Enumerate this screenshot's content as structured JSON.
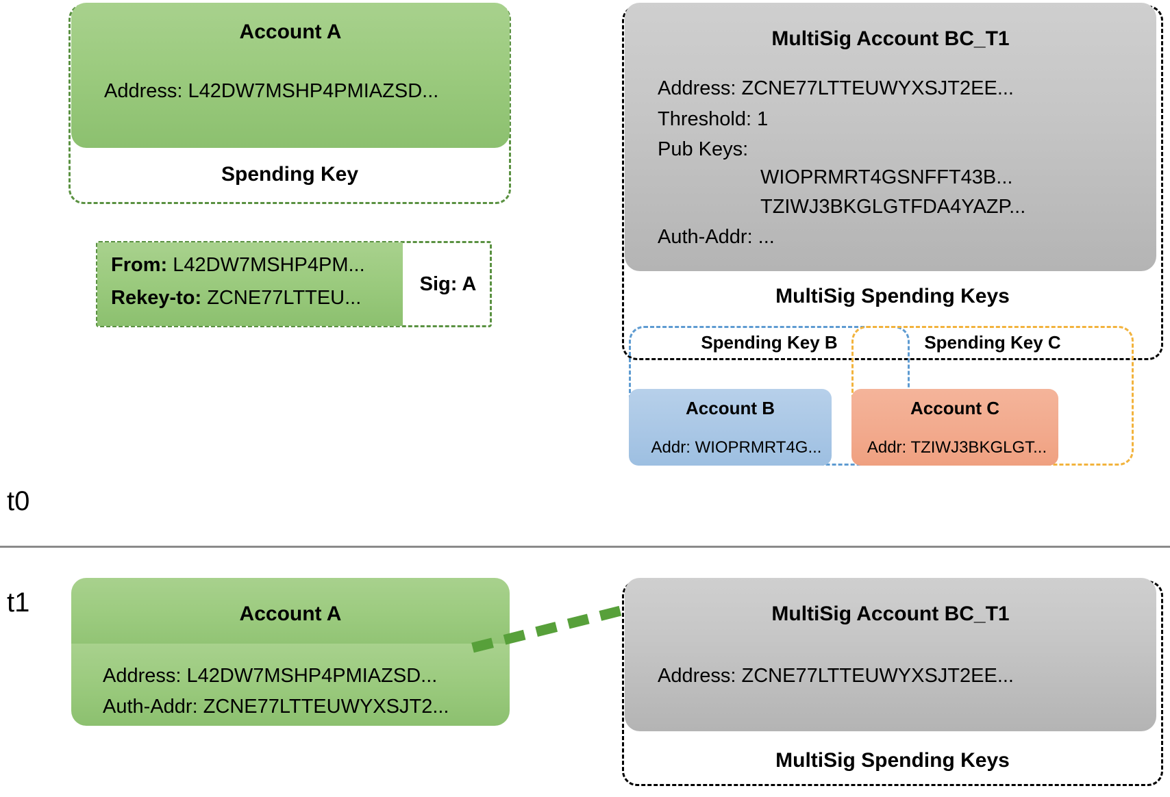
{
  "timeline": {
    "t0_label": "t0",
    "t1_label": "t1"
  },
  "t0": {
    "account_a": {
      "title": "Account A",
      "address_line": "Address: L42DW7MSHP4PMIAZSD...",
      "spending_key_label": "Spending Key"
    },
    "transaction": {
      "from_key": "From:",
      "from_value": "L42DW7MSHP4PM...",
      "rekey_key": "Rekey-to:",
      "rekey_value": "ZCNE77LTTEU...",
      "signature_label": "Sig: A"
    },
    "multisig": {
      "title": "MultiSig Account BC_T1",
      "address_line": "Address: ZCNE77LTTEUWYXSJT2EE...",
      "threshold_line": "Threshold: 1",
      "pubkeys_label": "Pub Keys:",
      "pubkeys": [
        "WIOPRMRT4GSNFFT43B...",
        "TZIWJ3BKGLGTFDA4YAZP..."
      ],
      "auth_addr_line": "Auth-Addr: ...",
      "spending_keys_label": "MultiSig Spending Keys",
      "key_b_label": "Spending Key B",
      "key_c_label": "Spending Key C",
      "account_b": {
        "title": "Account B",
        "addr_line": "Addr: WIOPRMRT4G..."
      },
      "account_c": {
        "title": "Account C",
        "addr_line": "Addr: TZIWJ3BKGLGT..."
      }
    }
  },
  "t1": {
    "account_a": {
      "title": "Account A",
      "address_line": "Address: L42DW7MSHP4PMIAZSD...",
      "auth_addr_line": "Auth-Addr: ZCNE77LTTEUWYXSJT2..."
    },
    "multisig": {
      "title": "MultiSig Account BC_T1",
      "address_line": "Address: ZCNE77LTTEUWYXSJT2EE...",
      "spending_keys_label": "MultiSig Spending Keys"
    }
  },
  "colors": {
    "green_fill": "#9ccb7f",
    "green_dash": "#5a9141",
    "gray_fill": "#c6c6c6",
    "blue_fill": "#a8c6e5",
    "blue_dash": "#5e9bd1",
    "orange_fill": "#f2a98c",
    "yellow_dash": "#f2b33d",
    "arrow": "#57a03a",
    "divider": "#8a8a8a"
  }
}
